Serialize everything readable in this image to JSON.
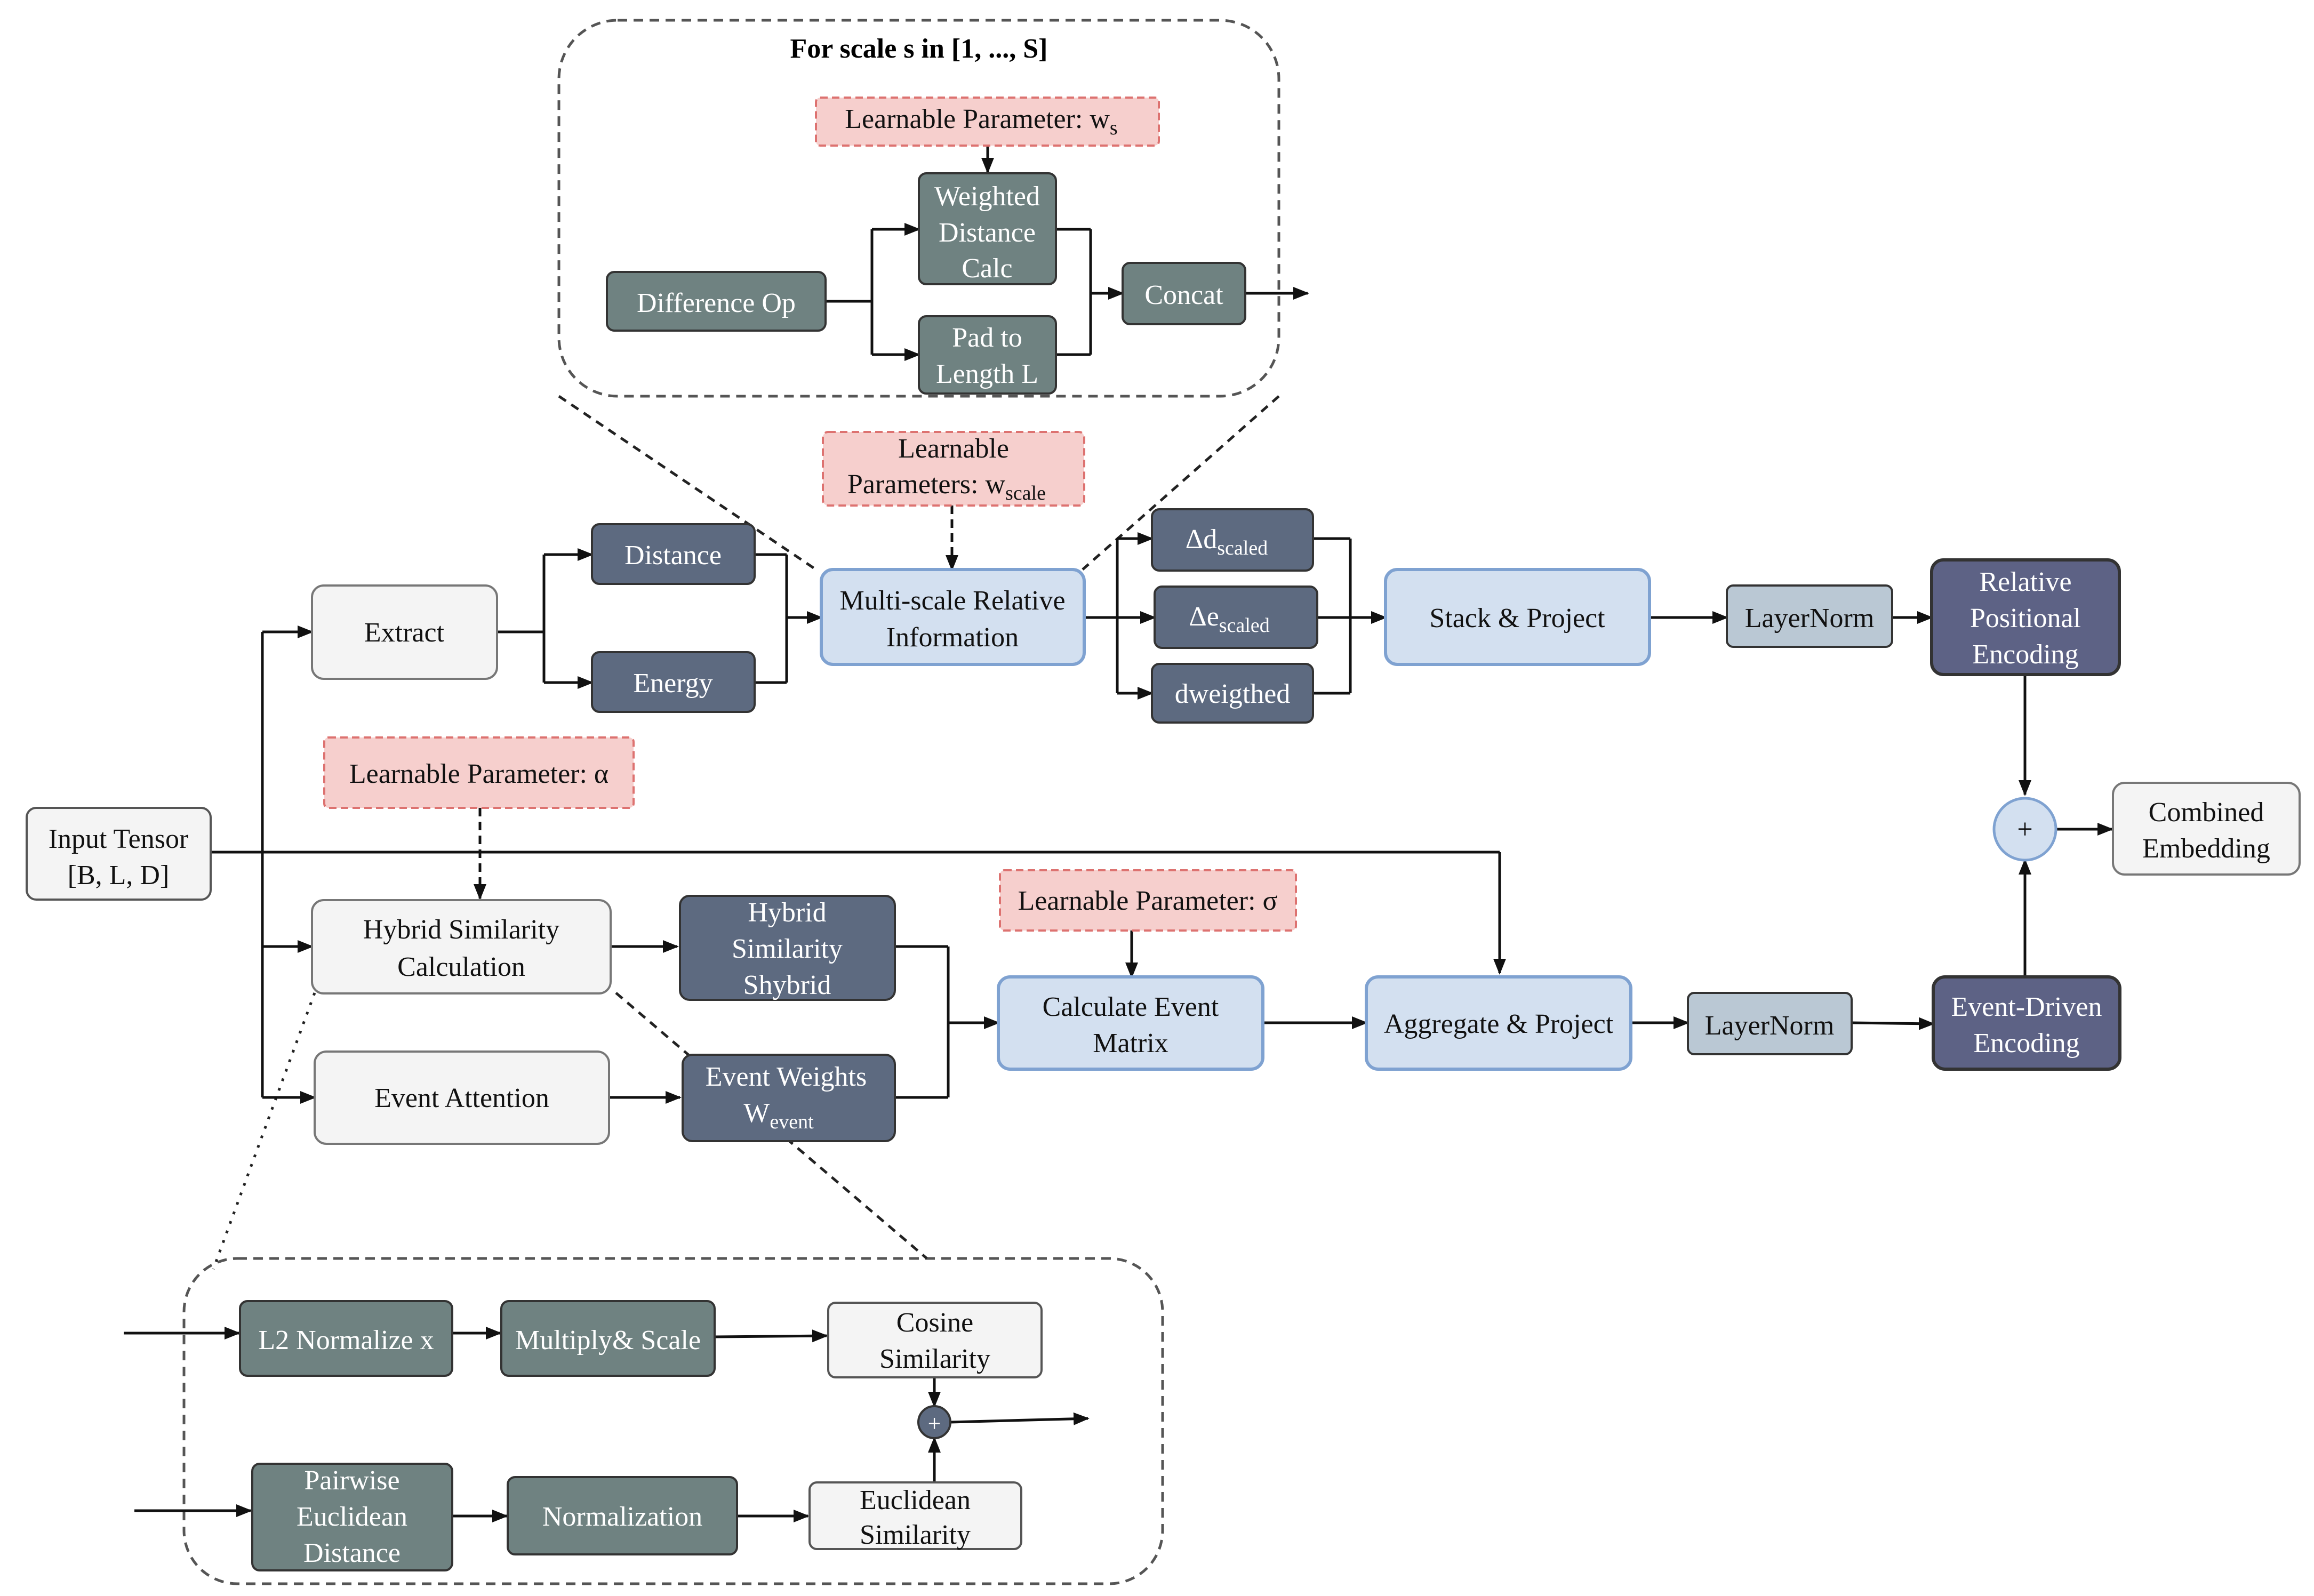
{
  "colors": {
    "gray_dark": "#6f8281",
    "slate": "#5d6a80",
    "light_blue": "#d3e0f0",
    "light_blue_border": "#7fa2d1",
    "light_gray": "#f4f4f4",
    "pink": "#f6cfcd",
    "pink_border": "#dd7270",
    "layernorm": "#bac8d4",
    "purple": "#5d6285",
    "line": "#111111"
  },
  "groups": {
    "scale_loop_title": "For scale s in [1, ..., S]"
  },
  "nodes": {
    "input_tensor": {
      "line1": "Input Tensor",
      "line2": "[B, L, D]"
    },
    "extract": "Extract",
    "distance": "Distance",
    "energy": "Energy",
    "param_wscale": {
      "line1": "Learnable",
      "line2": "Parameters: w",
      "sub": "scale"
    },
    "multiscale": {
      "line1": "Multi-scale Relative",
      "line2": "Information"
    },
    "delta_d": {
      "main": "Δd",
      "sub": "scaled"
    },
    "delta_e": {
      "main": "Δe",
      "sub": "scaled"
    },
    "dweigthed": "dweigthed",
    "stack_project": "Stack & Project",
    "layernorm_top": "LayerNorm",
    "relative_pe": {
      "line1": "Relative",
      "line2": "Positional",
      "line3": "Encoding"
    },
    "param_ws": {
      "main": "Learnable Parameter: w",
      "sub": "s"
    },
    "difference_op": "Difference Op",
    "weighted_distance": {
      "line1": "Weighted",
      "line2": "Distance",
      "line3": "Calc"
    },
    "pad_length": {
      "line1": "Pad to",
      "line2": "Length L"
    },
    "concat": "Concat",
    "param_alpha": "Learnable Parameter: α",
    "hybrid_calc": {
      "line1": "Hybrid Similarity",
      "line2": "Calculation"
    },
    "hybrid_shybrid": {
      "line1": "Hybrid",
      "line2": "Similarity",
      "line3": "Shybrid"
    },
    "event_attention": "Event Attention",
    "event_weights": {
      "line1": "Event Weights",
      "main": "W",
      "sub": "event"
    },
    "param_sigma": "Learnable Parameter: σ",
    "calc_event_matrix": {
      "line1": "Calculate Event",
      "line2": "Matrix"
    },
    "aggregate_project": "Aggregate & Project",
    "layernorm_bottom": "LayerNorm",
    "event_driven": {
      "line1": "Event-Driven",
      "line2": "Encoding"
    },
    "combined": {
      "line1": "Combined",
      "line2": "Embedding"
    },
    "plus_symbol": "+",
    "l2_normalize": "L2 Normalize x",
    "multiply_scale": "Multiply& Scale",
    "cosine_sim": {
      "line1": "Cosine",
      "line2": "Similarity"
    },
    "pairwise_euclid": {
      "line1": "Pairwise",
      "line2": "Euclidean",
      "line3": "Distance"
    },
    "normalization": "Normalization",
    "euclid_sim": {
      "line1": "Euclidean",
      "line2": "Similarity"
    }
  }
}
